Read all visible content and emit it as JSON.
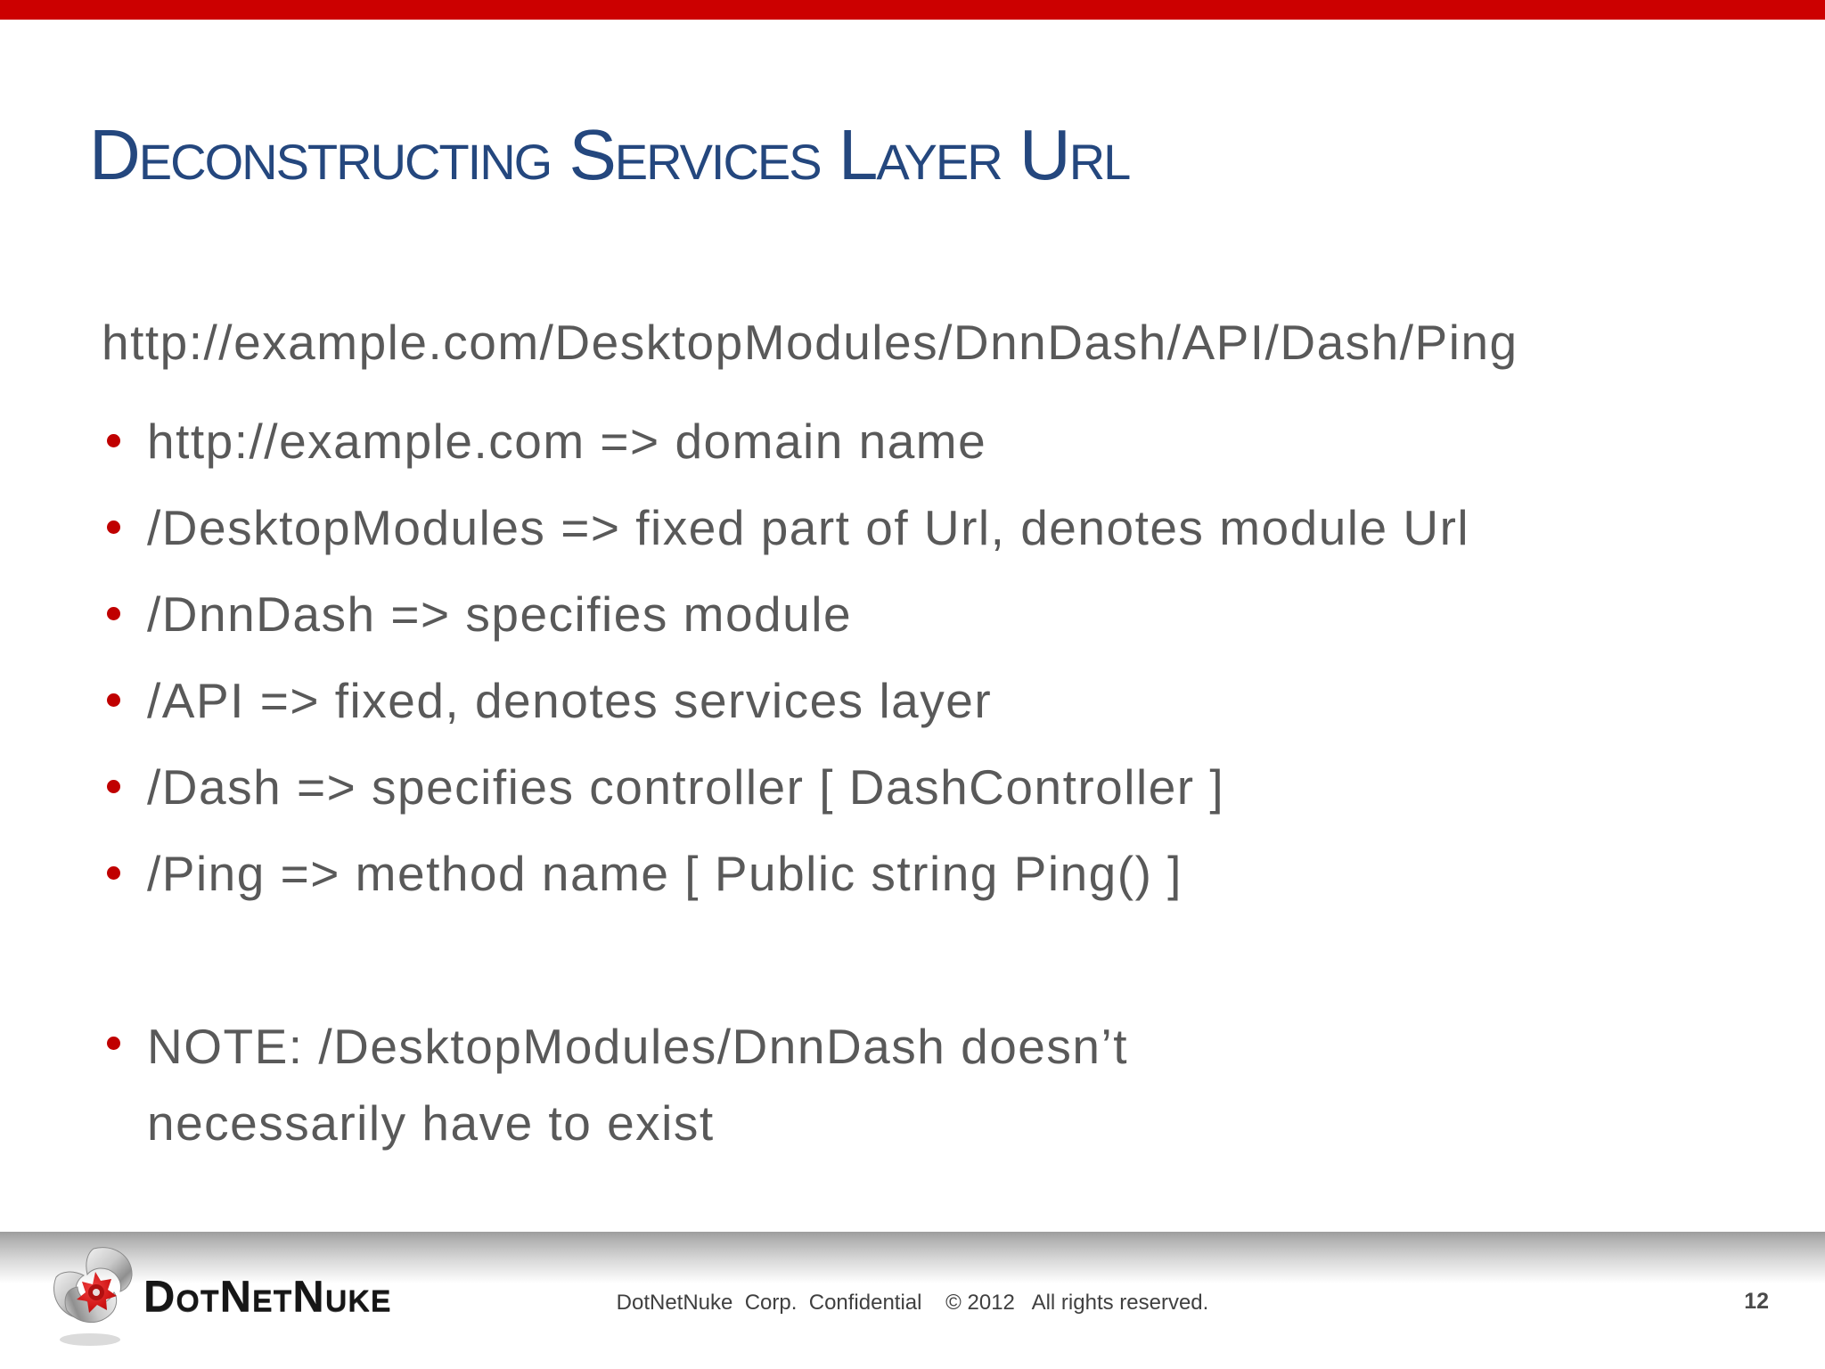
{
  "slide": {
    "title": "Deconstructing Services Layer Url",
    "url_line": "http://example.com/DesktopModules/DnnDash/API/Dash/Ping",
    "bullets": [
      "http://example.com => domain name",
      "/DesktopModules => fixed part of Url, denotes module Url",
      "/DnnDash => specifies module",
      "/API => fixed, denotes services layer",
      "/Dash => specifies controller [ DashController ]",
      "/Ping => method name [ Public string Ping() ]"
    ],
    "note": "NOTE: /DesktopModules/DnnDash doesn’t necessarily have to exist"
  },
  "footer": {
    "logo_text": "DotNetNuke",
    "confidential": "DotNetNuke  Corp.  Confidential    © 2012   All rights reserved.",
    "page_number": "12"
  },
  "colors": {
    "top_bar_red": "#cc0000",
    "title_navy": "#24477E",
    "body_gray": "#595959",
    "bullet_red": "#C00000",
    "logo_red": "#cf1414",
    "logo_silver": "#b9b9b9"
  }
}
